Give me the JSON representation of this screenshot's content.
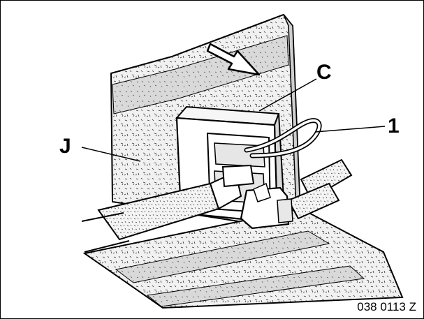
{
  "figure": {
    "callouts": {
      "c": "C",
      "one": "1",
      "j": "J"
    },
    "reference_number": "038 0113 Z"
  },
  "colors": {
    "ink": "#000000",
    "paper": "#ffffff",
    "band": "#dcdcdc",
    "felt": "#efefef"
  },
  "icons": {
    "direction_arrow": "arrow-down-right-icon"
  }
}
